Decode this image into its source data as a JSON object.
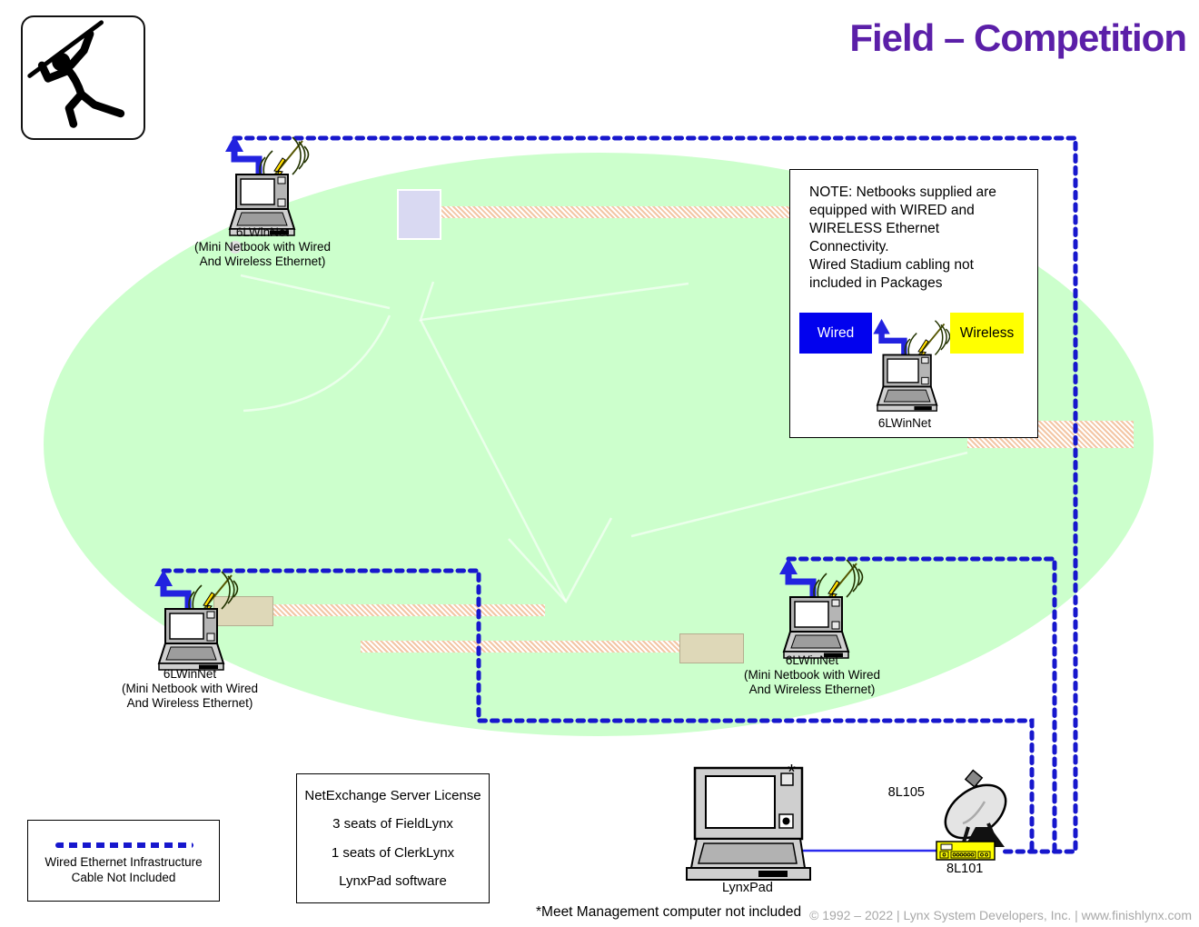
{
  "title": "Field – Competition",
  "colors": {
    "field_green": "#ccffcc",
    "cable_blue": "#1717cd",
    "arrow_blue": "#2222e0",
    "title_purple": "#5b1fa8",
    "wired_badge_bg": "#0202ee",
    "wireless_badge_bg": "#ffff00",
    "hub_yellow": "#ffff00",
    "runway_hatch": "#f3c6a5",
    "pit_beige": "#ded8b8",
    "pit_lavender": "#d9d9f2"
  },
  "note_box": {
    "lines": [
      "NOTE: Netbooks supplied are",
      "equipped with WIRED and",
      "WIRELESS Ethernet",
      "Connectivity.",
      "Wired Stadium cabling not",
      "included in Packages"
    ],
    "wired_label": "Wired",
    "wireless_label": "Wireless",
    "laptop_label": "6LWinNet"
  },
  "laptops": [
    {
      "name": "6LWinNet",
      "desc_line1": "(Mini Netbook with Wired",
      "desc_line2": "And Wireless Ethernet)"
    },
    {
      "name": "6LWinNet",
      "desc_line1": "(Mini Netbook with Wired",
      "desc_line2": "And Wireless Ethernet)"
    },
    {
      "name": "6LWinNet",
      "desc_line1": "(Mini Netbook with Wired",
      "desc_line2": "And Wireless Ethernet)"
    }
  ],
  "legend_box": {
    "line1": "Wired Ethernet Infrastructure",
    "line2": "Cable Not Included"
  },
  "license_box": {
    "lines": [
      "NetExchange Server License",
      "3 seats of FieldLynx",
      "1 seats of ClerkLynx",
      "LynxPad software"
    ]
  },
  "equipment": {
    "lynxpad_label": "LynxPad",
    "meet_management_asterisk": "*",
    "dish_label": "8L105",
    "hub_label": "8L101"
  },
  "footer": {
    "meet_note": "*Meet Management computer not included",
    "copyright": "© 1992 – 2022 | Lynx System Developers, Inc. | www.finishlynx.com"
  }
}
